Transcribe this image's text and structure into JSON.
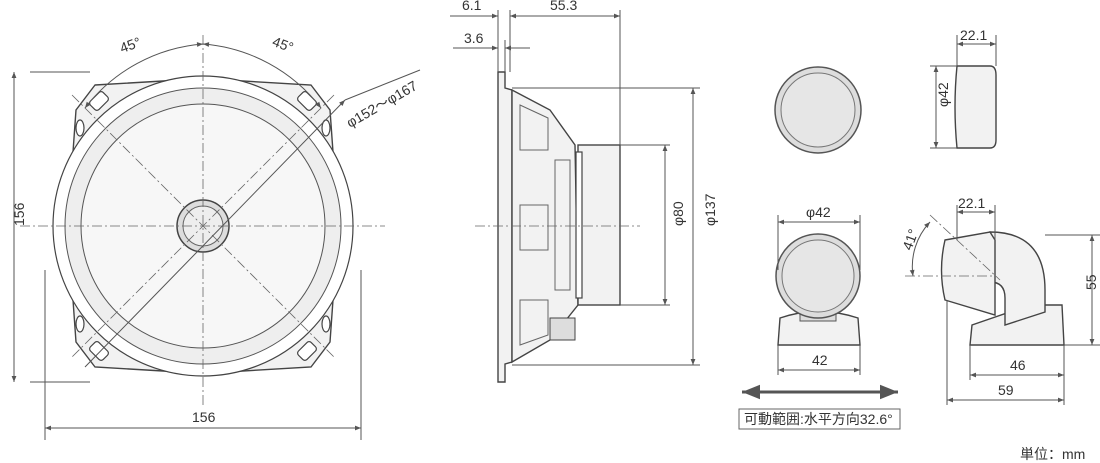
{
  "front_view": {
    "width": "156",
    "height": "156",
    "angle_left": "45°",
    "angle_right": "45°",
    "mount_diameter": "φ152～φ167"
  },
  "side_view": {
    "flange_offset": "6.1",
    "depth": "55.3",
    "flange_thickness": "3.6",
    "magnet_diameter": "φ80",
    "outer_diameter": "φ137"
  },
  "tweeter_flush": {
    "depth": "22.1",
    "diameter": "φ42"
  },
  "tweeter_stand_front": {
    "diameter": "φ42",
    "base_width": "42",
    "range_note": "可動範囲:水平方向32.6°"
  },
  "tweeter_stand_side": {
    "depth": "22.1",
    "angle": "41°",
    "height": "55",
    "base_depth": "46",
    "total_depth": "59"
  },
  "unit_label": "単位：mm"
}
